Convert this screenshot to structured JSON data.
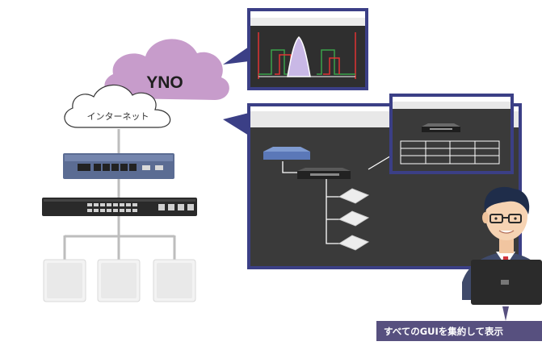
{
  "cloud": {
    "label": "YNO"
  },
  "internet": {
    "label": "インターネット"
  },
  "caption": {
    "text": "すべてのGUIを集約して表示"
  },
  "colors": {
    "cloud": "#c79ccb",
    "frame": "#3b3f86",
    "screen": "#3a3a3a",
    "caption_bg": "#57507f",
    "link": "#bdbdbd"
  },
  "icons": {
    "router": "router-icon",
    "switch": "switch-icon",
    "access_point": "access-point-icon",
    "operator": "operator-person-icon",
    "laptop": "laptop-icon"
  }
}
